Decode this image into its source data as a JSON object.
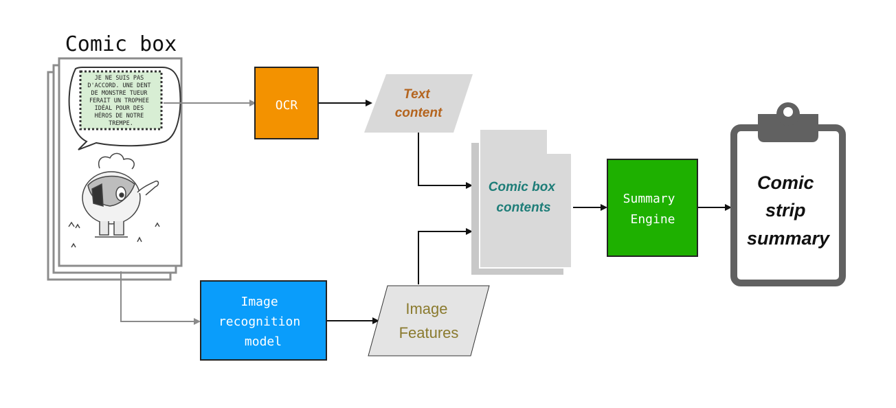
{
  "comic_box": {
    "title": "Comic box",
    "speech_lines": [
      "JE NE SUIS PAS",
      "D'ACCORD. UNE DENT",
      "DE MONSTRE TUEUR",
      "FERAIT UN TROPHEE",
      "IDÉAL POUR DES",
      "HÉROS DE NOTRE",
      "TREMPE."
    ]
  },
  "nodes": {
    "ocr": {
      "label": "OCR",
      "color": "#F39200"
    },
    "text_content": {
      "lines": [
        "Text",
        "content"
      ],
      "color": "#B4641E"
    },
    "image_model": {
      "lines": [
        "Image",
        "recognition",
        "model"
      ],
      "color": "#0A9DFB"
    },
    "image_features": {
      "lines": [
        "Image",
        "Features"
      ],
      "color": "#8A7A2E"
    },
    "comic_box_contents": {
      "lines": [
        "Comic box",
        "contents"
      ],
      "color": "#1E7D78"
    },
    "summary_engine": {
      "lines": [
        "Summary",
        "Engine"
      ],
      "color": "#1EB000"
    },
    "comic_strip_summary": {
      "lines": [
        "Comic",
        "strip",
        "summary"
      ]
    }
  }
}
